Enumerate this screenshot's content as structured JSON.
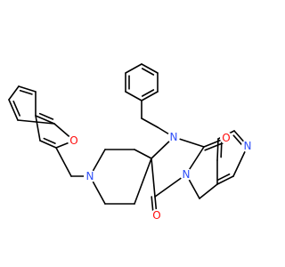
{
  "structure": {
    "atom_colors": {
      "O": "#ff0d0d",
      "N": "#3050f8"
    },
    "bond_color": "#000000",
    "background": "#ffffff",
    "atom_labels": {
      "furan_oxygen": "O",
      "piperidine_nitrogen": "N",
      "imide_nitrogen_n1": "N",
      "imide_nitrogen_n3": "N",
      "carbonyl_oxygen_top": "O",
      "carbonyl_oxygen_bottom": "O",
      "pyridine_nitrogen": "N"
    }
  }
}
